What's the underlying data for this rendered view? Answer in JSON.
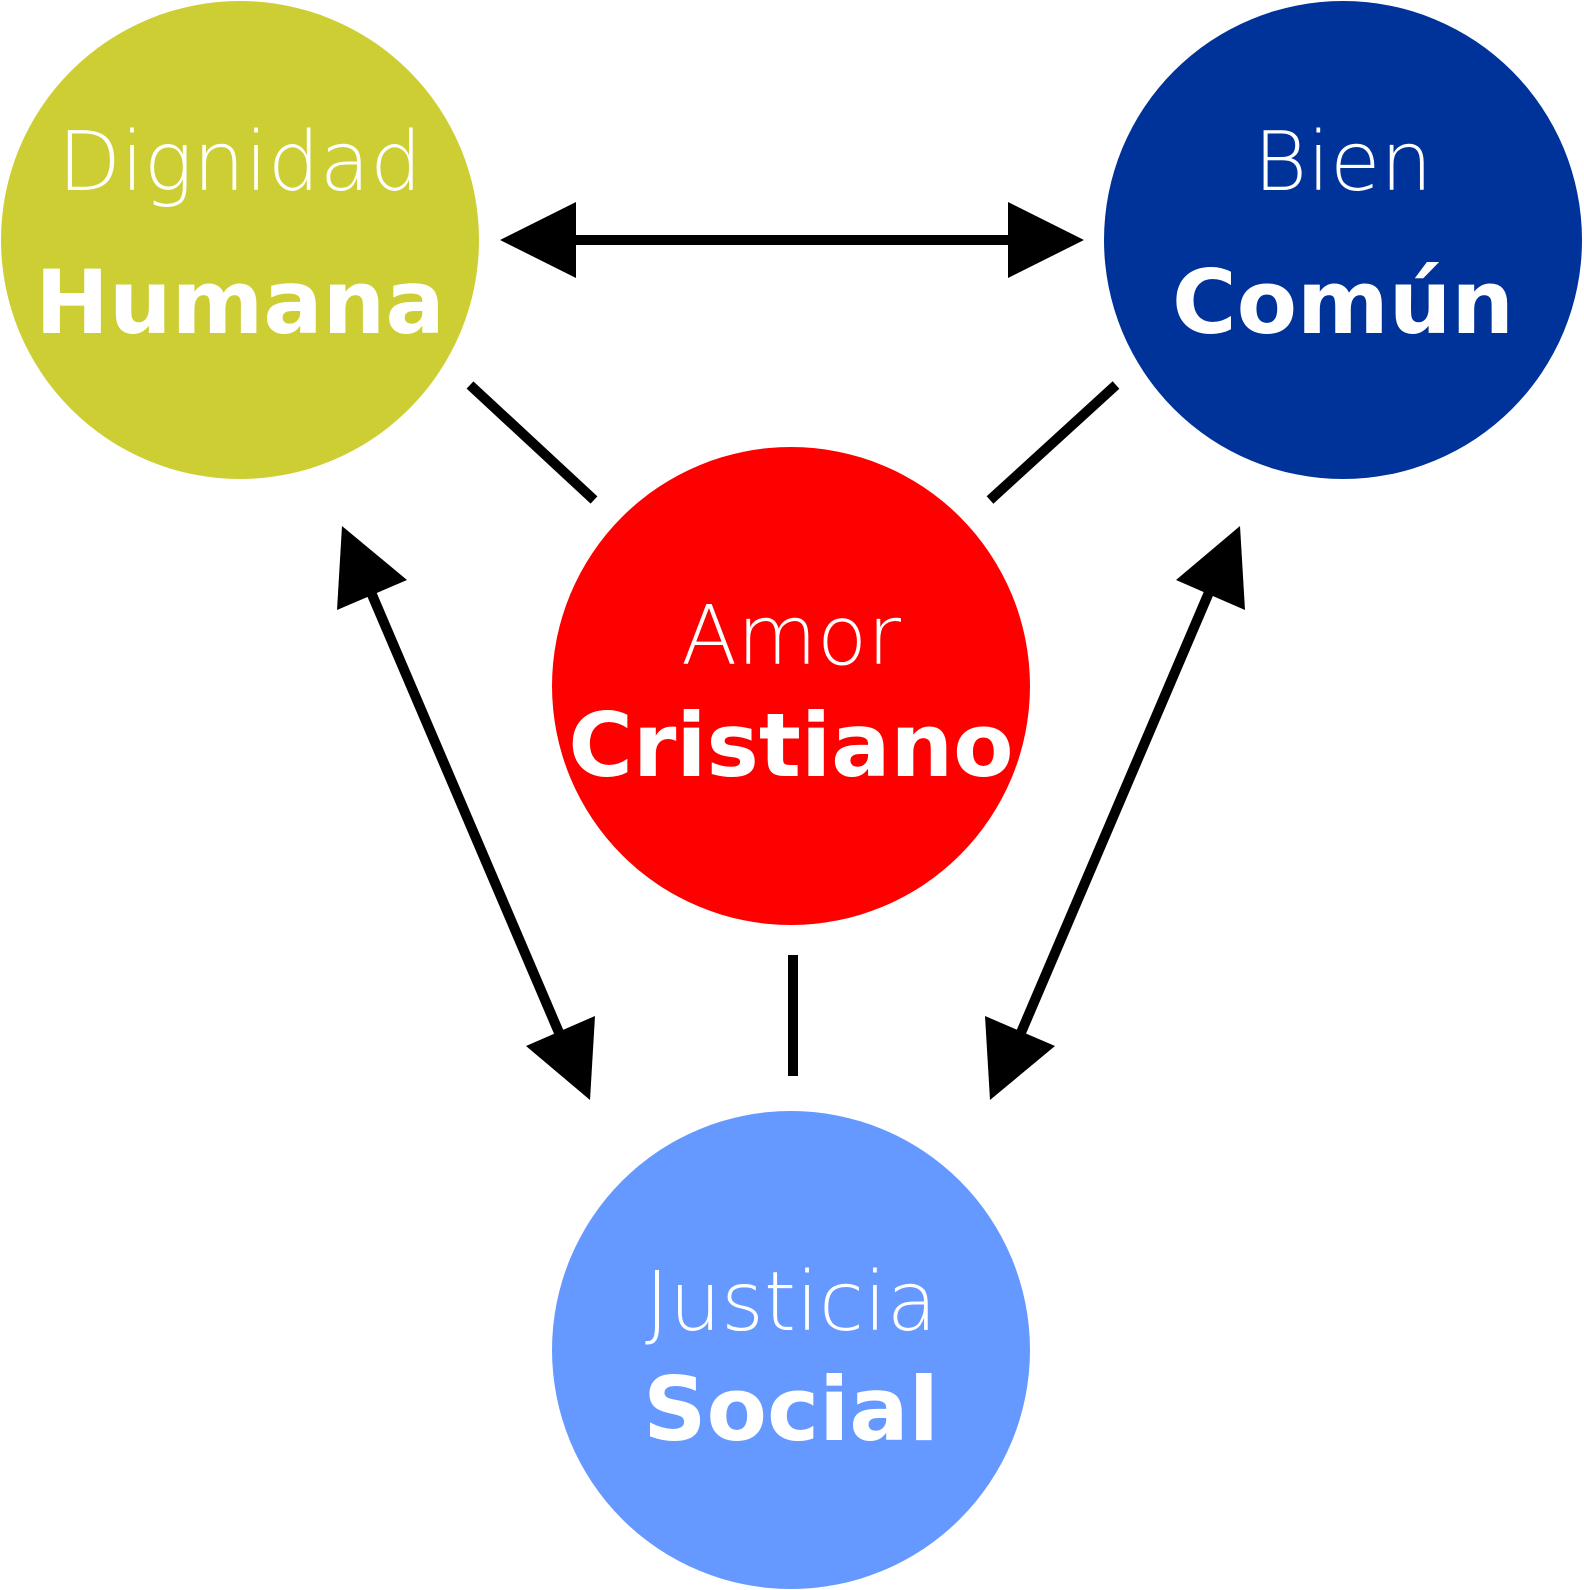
{
  "nodes": {
    "dignidad": {
      "line1": "Dignidad",
      "line2": "Humana",
      "color": "#CDCE34"
    },
    "bien": {
      "line1": "Bien",
      "line2": "Común",
      "color": "#003399"
    },
    "amor": {
      "line1": "Amor",
      "line2": "Cristiano",
      "color": "#FF0000"
    },
    "justicia": {
      "line1": "Justicia",
      "line2": "Social",
      "color": "#6699FF"
    }
  },
  "connections": [
    {
      "from": "dignidad",
      "to": "bien",
      "type": "bidirectional-arrow"
    },
    {
      "from": "dignidad",
      "to": "justicia",
      "type": "bidirectional-arrow"
    },
    {
      "from": "bien",
      "to": "justicia",
      "type": "bidirectional-arrow"
    },
    {
      "from": "amor",
      "to": "dignidad",
      "type": "line"
    },
    {
      "from": "amor",
      "to": "bien",
      "type": "line"
    },
    {
      "from": "amor",
      "to": "justicia",
      "type": "line"
    }
  ]
}
